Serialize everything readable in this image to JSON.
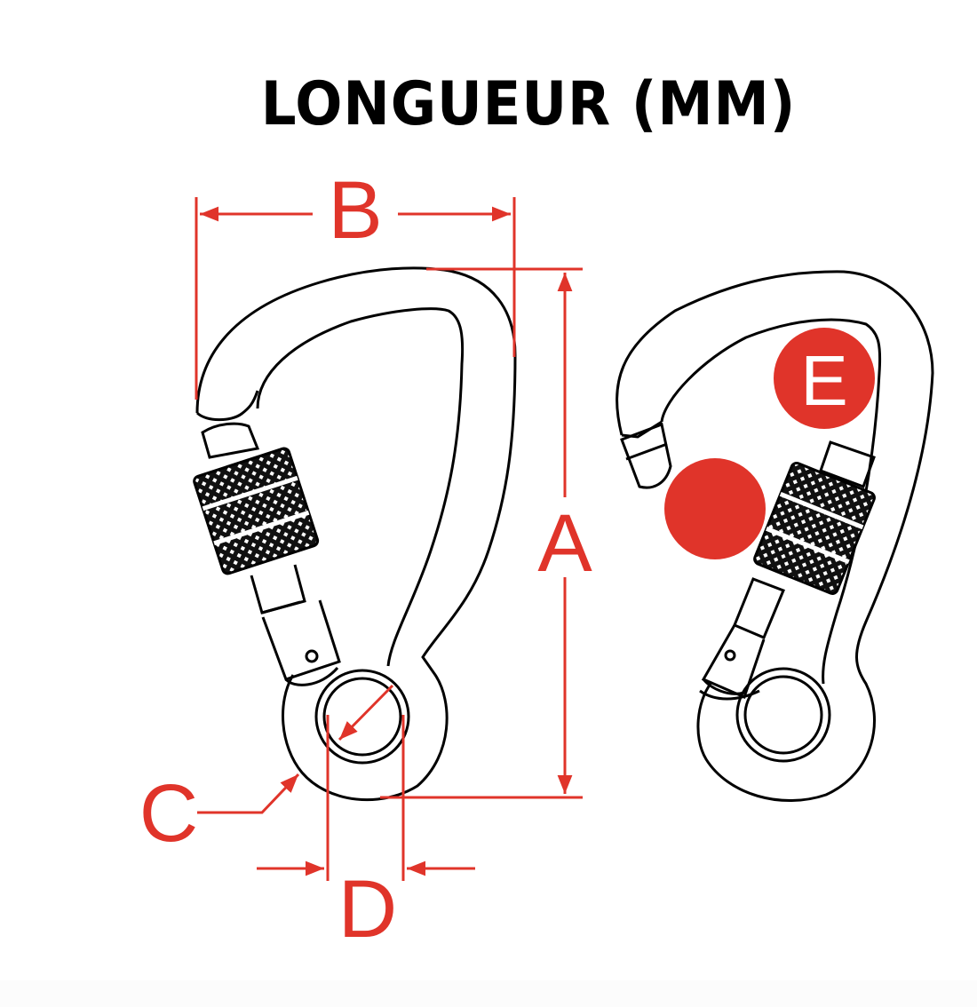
{
  "title": "LONGUEUR (MM)",
  "colors": {
    "dimension": "#e0342a",
    "outline": "#000000",
    "background": "#ffffff"
  },
  "dimensions": {
    "A": "A",
    "B": "B",
    "C": "C",
    "D": "D",
    "E": "E"
  },
  "views": [
    {
      "name": "closed-carabiner",
      "annotations": [
        "A",
        "B",
        "C",
        "D"
      ]
    },
    {
      "name": "open-gate-carabiner",
      "annotations": [
        "E"
      ]
    }
  ]
}
